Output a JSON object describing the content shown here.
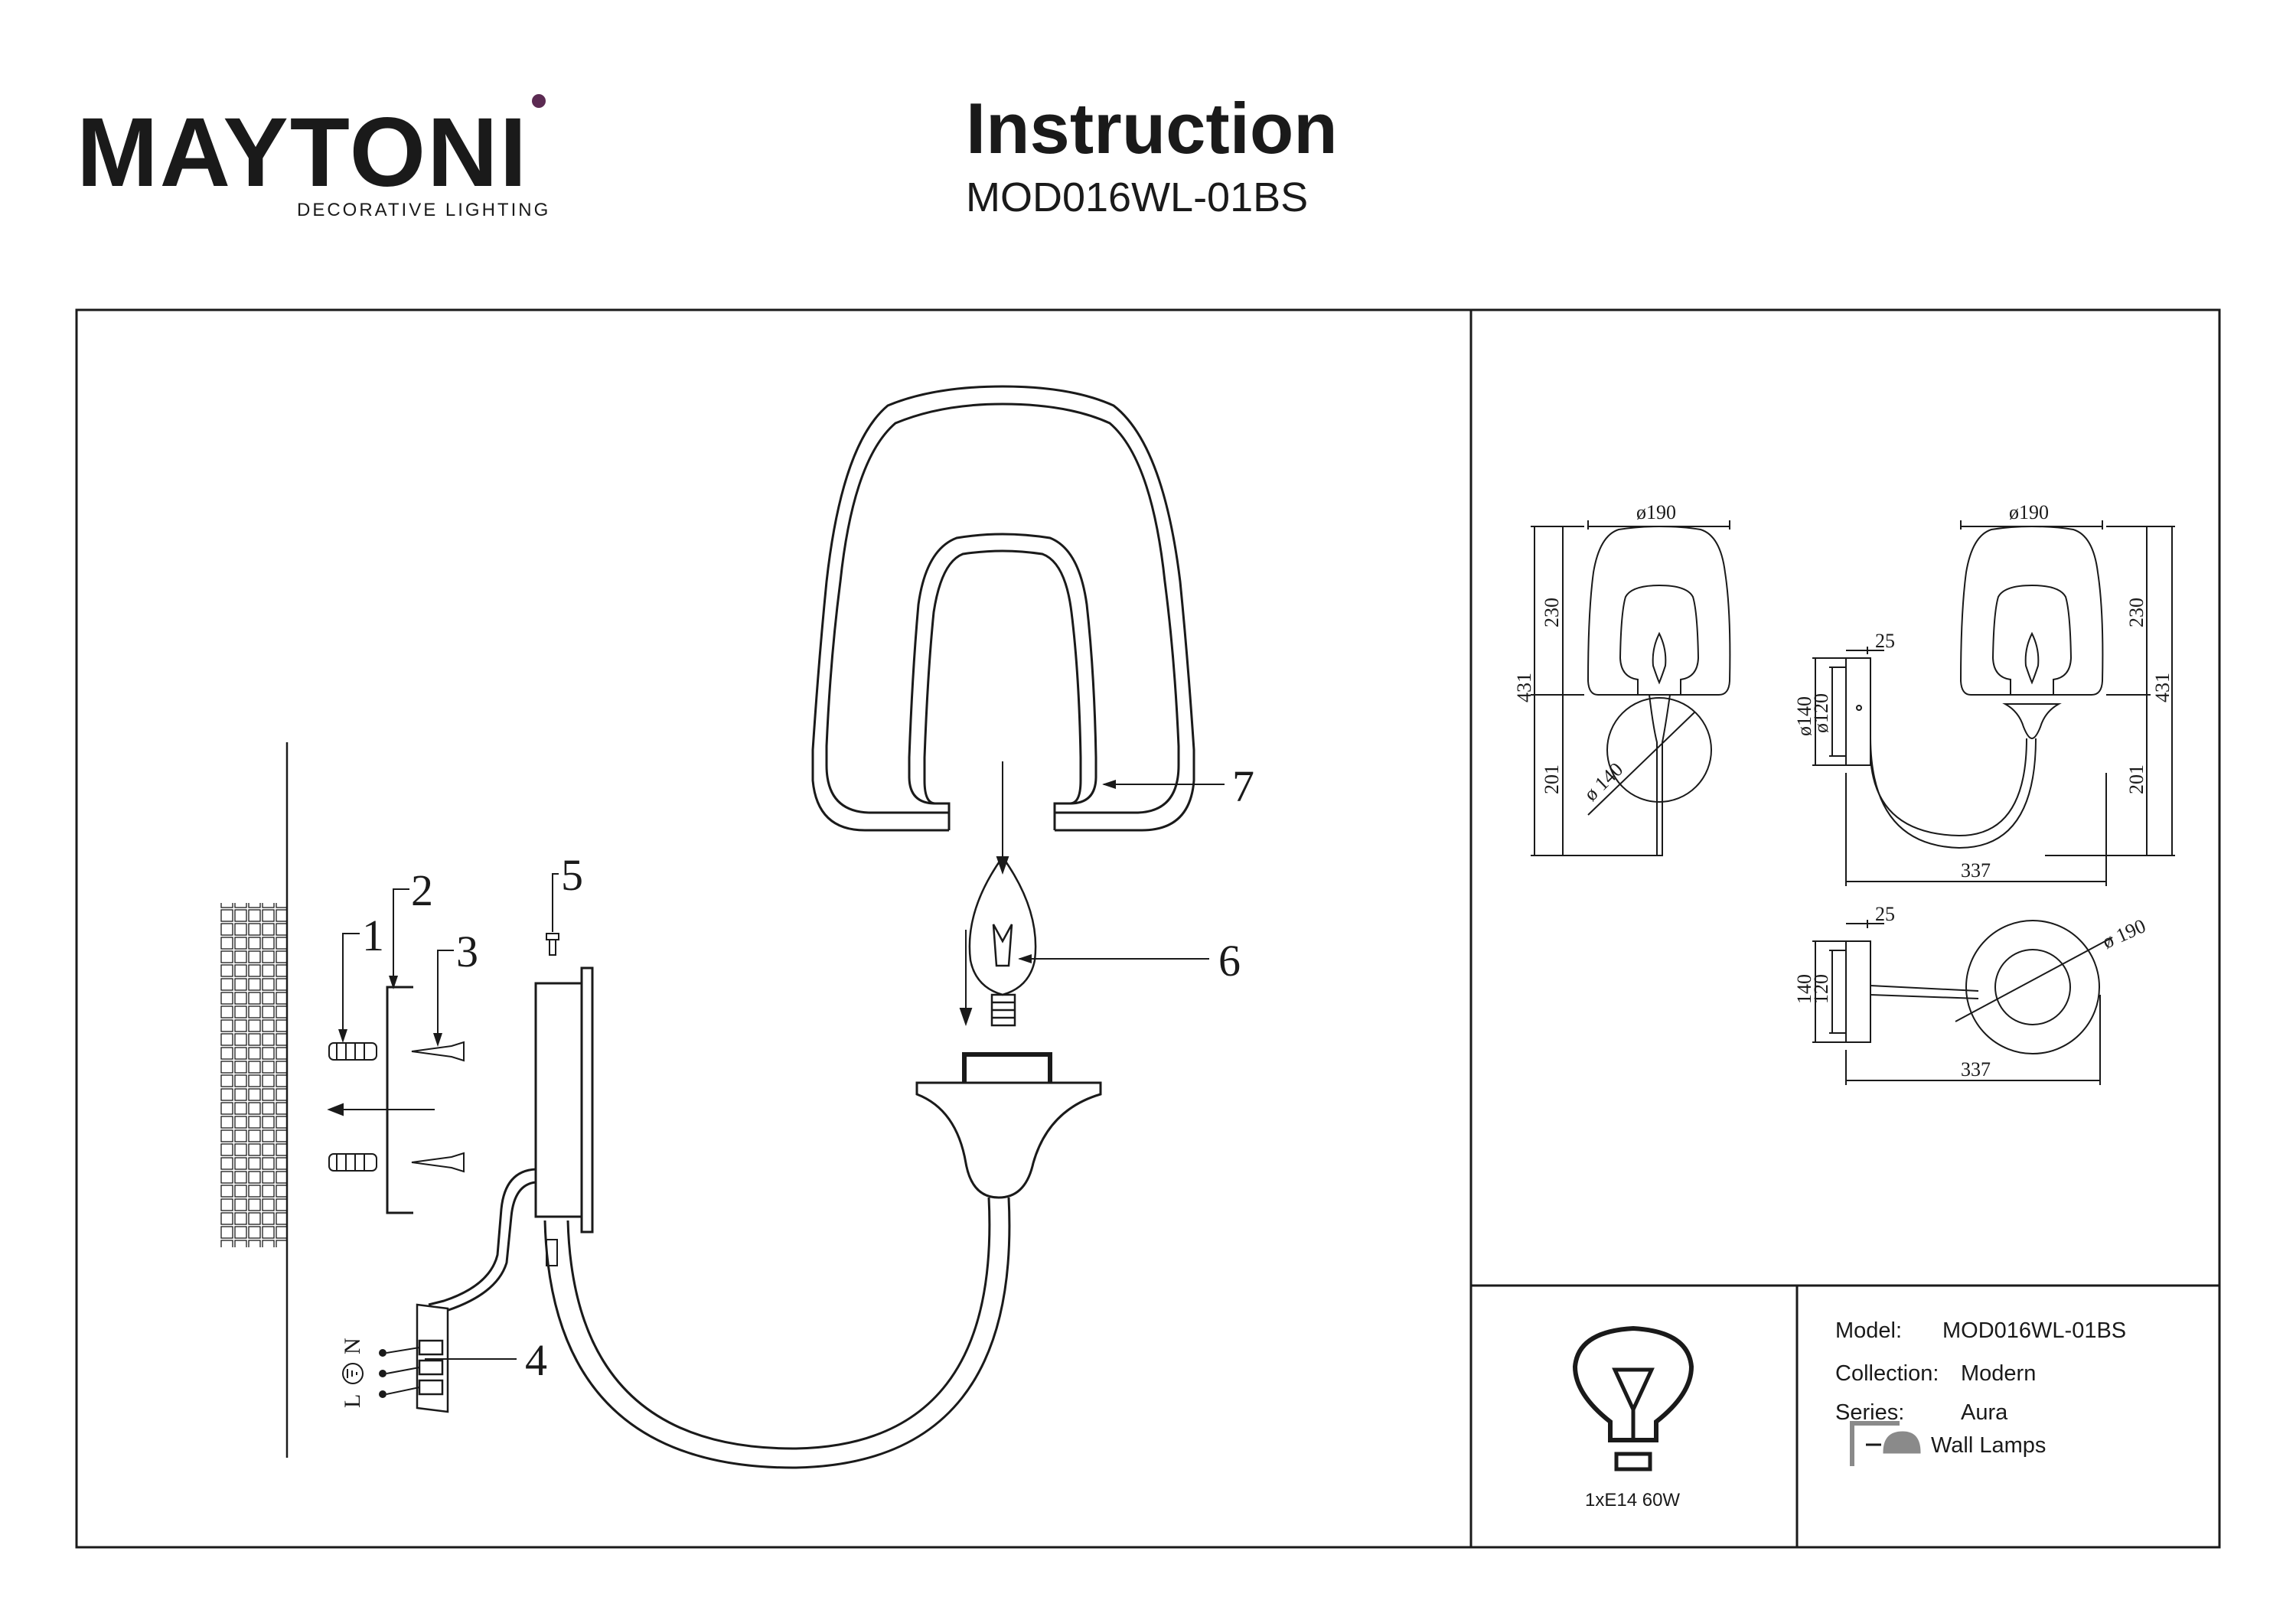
{
  "brand": {
    "logo_text": "MAYTONI",
    "tagline": "DECORATIVE LIGHTING",
    "colors": {
      "primary": "#2b2b2b",
      "accent": "#5b2a52"
    }
  },
  "header": {
    "title": "Instruction",
    "model_code": "MOD016WL-01BS"
  },
  "assembly": {
    "callouts": [
      "1",
      "2",
      "3",
      "4",
      "5",
      "6",
      "7"
    ],
    "wiring_labels": [
      "N",
      "L"
    ]
  },
  "dimensions": {
    "front": {
      "diameter": "ø190",
      "h_total": "431",
      "h_shade": "230",
      "h_lower": "201",
      "base": "ø 140"
    },
    "side": {
      "diameter": "ø190",
      "depth_plate": "25",
      "plate_outer": "ø140",
      "plate_inner": "ø120",
      "h_shade": "230",
      "h_total": "431",
      "h_lower": "201",
      "width": "337"
    },
    "top": {
      "depth_plate": "25",
      "plate_outer": "140",
      "plate_inner": "120",
      "diameter": "ø 190",
      "width": "337"
    }
  },
  "spec": {
    "bulb": "1xE14 60W",
    "model_label": "Model:",
    "model_value": "MOD016WL-01BS",
    "collection_label": "Collection:",
    "collection_value": "Modern",
    "series_label": "Series:",
    "series_value": "Aura",
    "category_value": "Wall Lamps"
  }
}
